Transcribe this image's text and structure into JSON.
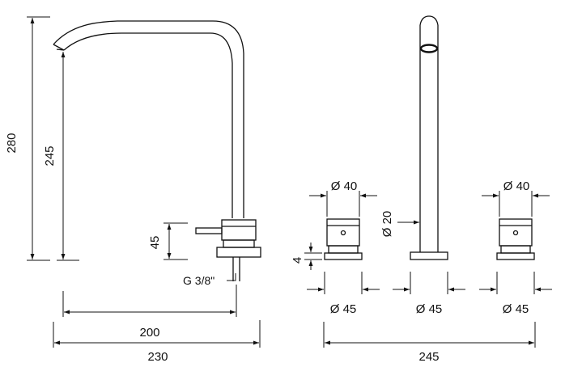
{
  "colors": {
    "line": "#111111",
    "background": "#ffffff"
  },
  "side_view": {
    "height_total": "280",
    "height_spout": "245",
    "height_base": "45",
    "thread": "G 3/8\"",
    "reach": "200",
    "width": "230"
  },
  "front_view": {
    "handle_left_top": "Ø 40",
    "handle_right_top": "Ø 40",
    "spout_diameter": "Ø 20",
    "rosette_thickness": "4",
    "base_left": "Ø 45",
    "base_center": "Ø 45",
    "base_right": "Ø 45",
    "spacing": "245"
  }
}
